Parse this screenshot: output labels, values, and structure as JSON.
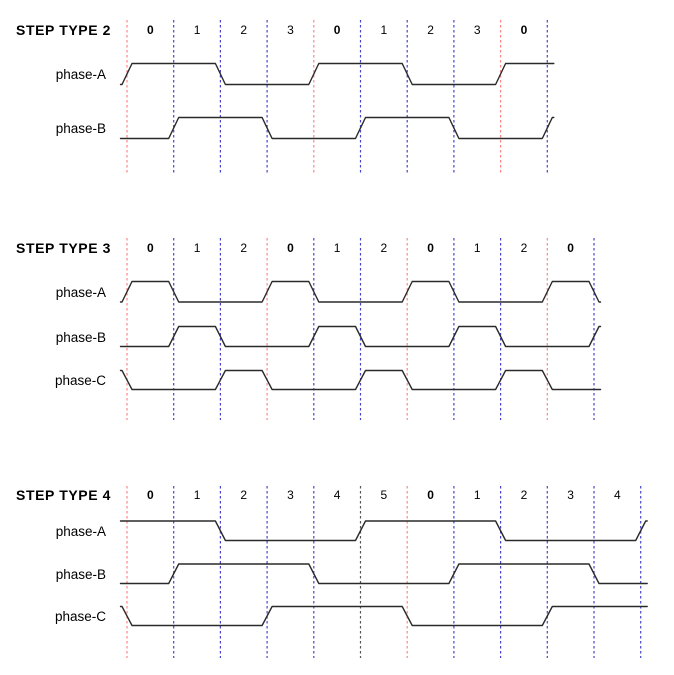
{
  "palette": {
    "red_line": "#ff8585",
    "blue_line": "#4545cc",
    "black_line": "#555555",
    "waveform": "#2a2a2a",
    "text": "#000000",
    "background": "#ffffff"
  },
  "chart_data": {
    "type": "timing-diagram",
    "sections": [
      {
        "title": "STEP TYPE 2",
        "cycle_length": 4,
        "steps": [
          {
            "label": "0",
            "bold": true
          },
          {
            "label": "1",
            "bold": false
          },
          {
            "label": "2",
            "bold": false
          },
          {
            "label": "3",
            "bold": false
          },
          {
            "label": "0",
            "bold": true
          },
          {
            "label": "1",
            "bold": false
          },
          {
            "label": "2",
            "bold": false
          },
          {
            "label": "3",
            "bold": false
          },
          {
            "label": "0",
            "bold": true
          }
        ],
        "line_colors": [
          "red",
          "blue",
          "blue",
          "blue",
          "red",
          "blue",
          "blue",
          "blue",
          "red",
          "blue"
        ],
        "phases": [
          {
            "name": "phase-A",
            "states": [
              1,
              1,
              0,
              0,
              1,
              1,
              0,
              0,
              1
            ]
          },
          {
            "name": "phase-B",
            "states": [
              0,
              1,
              1,
              0,
              0,
              1,
              1,
              0,
              0
            ]
          }
        ]
      },
      {
        "title": "STEP TYPE 3",
        "cycle_length": 3,
        "steps": [
          {
            "label": "0",
            "bold": true
          },
          {
            "label": "1",
            "bold": false
          },
          {
            "label": "2",
            "bold": false
          },
          {
            "label": "0",
            "bold": true
          },
          {
            "label": "1",
            "bold": false
          },
          {
            "label": "2",
            "bold": false
          },
          {
            "label": "0",
            "bold": true
          },
          {
            "label": "1",
            "bold": false
          },
          {
            "label": "2",
            "bold": false
          },
          {
            "label": "0",
            "bold": true
          }
        ],
        "line_colors": [
          "red",
          "blue",
          "blue",
          "red",
          "blue",
          "blue",
          "red",
          "blue",
          "blue",
          "red",
          "blue"
        ],
        "phases": [
          {
            "name": "phase-A",
            "states": [
              1,
              0,
              0,
              1,
              0,
              0,
              1,
              0,
              0,
              1
            ]
          },
          {
            "name": "phase-B",
            "states": [
              0,
              1,
              0,
              0,
              1,
              0,
              0,
              1,
              0,
              0
            ]
          },
          {
            "name": "phase-C",
            "states": [
              0,
              0,
              1,
              0,
              0,
              1,
              0,
              0,
              1,
              0
            ]
          }
        ]
      },
      {
        "title": "STEP TYPE 4",
        "cycle_length": 6,
        "steps": [
          {
            "label": "0",
            "bold": true
          },
          {
            "label": "1",
            "bold": false
          },
          {
            "label": "2",
            "bold": false
          },
          {
            "label": "3",
            "bold": false
          },
          {
            "label": "4",
            "bold": false
          },
          {
            "label": "5",
            "bold": false
          },
          {
            "label": "0",
            "bold": true
          },
          {
            "label": "1",
            "bold": false
          },
          {
            "label": "2",
            "bold": false
          },
          {
            "label": "3",
            "bold": false
          },
          {
            "label": "4",
            "bold": false
          }
        ],
        "line_colors": [
          "red",
          "blue",
          "blue",
          "blue",
          "blue",
          "black",
          "red",
          "blue",
          "blue",
          "blue",
          "blue",
          "blue"
        ],
        "phases": [
          {
            "name": "phase-A",
            "states": [
              1,
              1,
              0,
              0,
              0,
              1,
              1,
              1,
              0,
              0,
              0
            ]
          },
          {
            "name": "phase-B",
            "states": [
              0,
              1,
              1,
              1,
              0,
              0,
              0,
              1,
              1,
              1,
              0
            ]
          },
          {
            "name": "phase-C",
            "states": [
              0,
              0,
              0,
              1,
              1,
              1,
              0,
              0,
              0,
              1,
              1
            ]
          }
        ]
      }
    ]
  }
}
